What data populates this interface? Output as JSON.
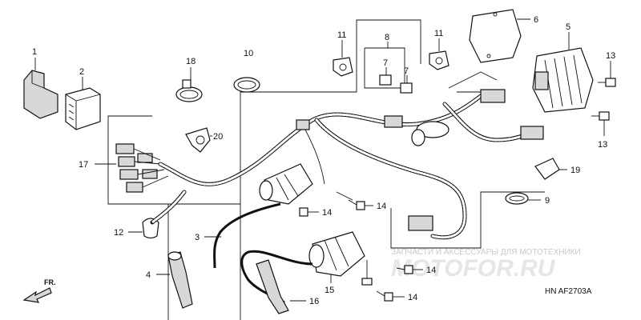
{
  "callouts": {
    "n1": "1",
    "n2": "2",
    "n3": "3",
    "n4": "4",
    "n5": "5",
    "n6": "6",
    "n7a": "7",
    "n7b": "7",
    "n8": "8",
    "n9": "9",
    "n10": "10",
    "n11a": "11",
    "n11b": "11",
    "n12": "12",
    "n13a": "13",
    "n13b": "13",
    "n14a": "14",
    "n14b": "14",
    "n14c": "14",
    "n14d": "14",
    "n15": "15",
    "n16": "16",
    "n17": "17",
    "n18": "18",
    "n19": "19",
    "n20": "20"
  },
  "diagram_code": "HN AF2703A",
  "direction_label": "FR.",
  "watermark": {
    "text": "ЗАПЧАСТИ И АКСЕССУАРЫ ДЛЯ МОТОТЕХНИКИ",
    "brand": "MOTOFOR.RU"
  }
}
